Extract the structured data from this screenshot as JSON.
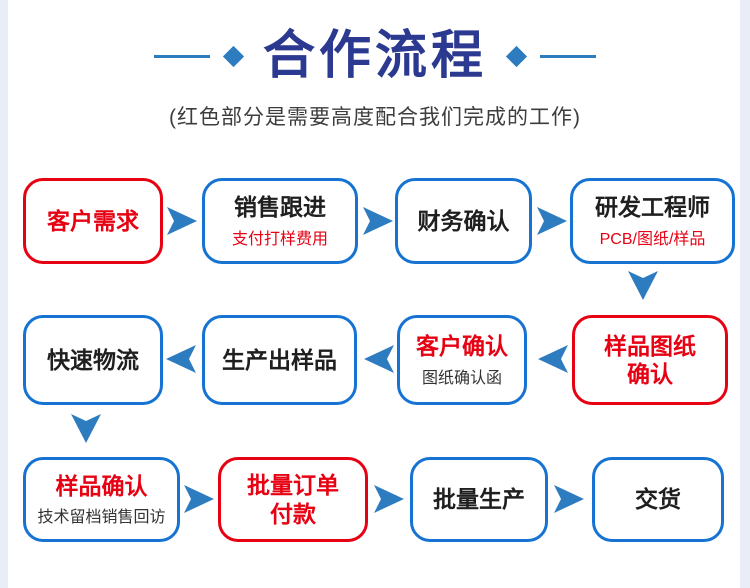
{
  "header": {
    "title": "合作流程",
    "subtitle": "(红色部分是需要高度配合我们完成的工作)"
  },
  "colors": {
    "title_navy": "#2b3990",
    "arrow_blue": "#2e7cc0",
    "box_border_blue": "#1673d2",
    "red": "#e60113",
    "text_dark": "#1f1f1f",
    "subtitle_gray": "#3d3d3d",
    "edge_strip": "#e9edf5"
  },
  "icons": {
    "title_decor": "diamond-icon",
    "flow_arrow": "dart-arrow-icon"
  },
  "flow": {
    "boxes": [
      {
        "title": "客户需求"
      },
      {
        "title": "销售跟进",
        "subtitle": "支付打样费用"
      },
      {
        "title": "财务确认"
      },
      {
        "title": "研发工程师",
        "subtitle": "PCB/图纸/样品"
      },
      {
        "title": "样品图纸",
        "title_line2": "确认"
      },
      {
        "title": "客户确认",
        "subtitle": "图纸确认函"
      },
      {
        "title": "生产出样品"
      },
      {
        "title": "快速物流"
      },
      {
        "title": "样品确认",
        "subtitle": "技术留档销售回访"
      },
      {
        "title": "批量订单",
        "title_line2": "付款"
      },
      {
        "title": "批量生产"
      },
      {
        "title": "交货"
      }
    ]
  }
}
